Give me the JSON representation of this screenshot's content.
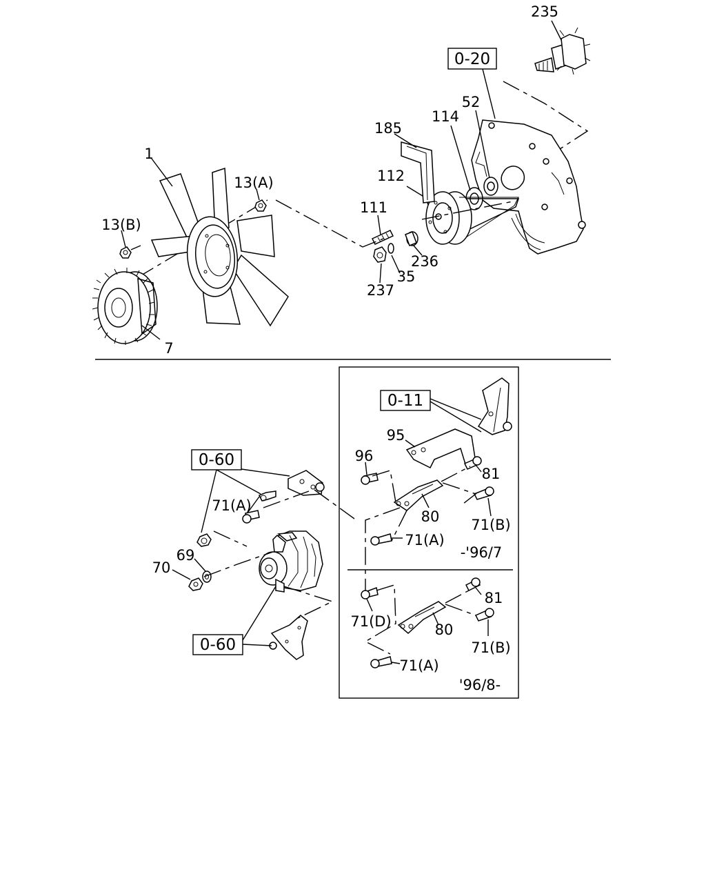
{
  "labels": {
    "p235": "235",
    "p1": "1",
    "p13a": "13(A)",
    "p13b": "13(B)",
    "p7": "7",
    "p185": "185",
    "p114": "114",
    "p52": "52",
    "p112": "112",
    "p111": "111",
    "p236": "236",
    "p35": "35",
    "p237": "237",
    "p95": "95",
    "p96": "96",
    "p81_top": "81",
    "p80_top": "80",
    "p71b_top": "71(B)",
    "p71a_top": "71(A)",
    "p71a_left": "71(A)",
    "p69": "69",
    "p70": "70",
    "p81_bot": "81",
    "p80_bot": "80",
    "p71d": "71(D)",
    "p71b_bot": "71(B)",
    "p71a_bot": "71(A)"
  },
  "refs": {
    "r020": "0-20",
    "r011": "0-11",
    "r060_top": "0-60",
    "r060_bot": "0-60"
  },
  "notes": {
    "upto": "-'96/7",
    "from": "'96/8-"
  }
}
